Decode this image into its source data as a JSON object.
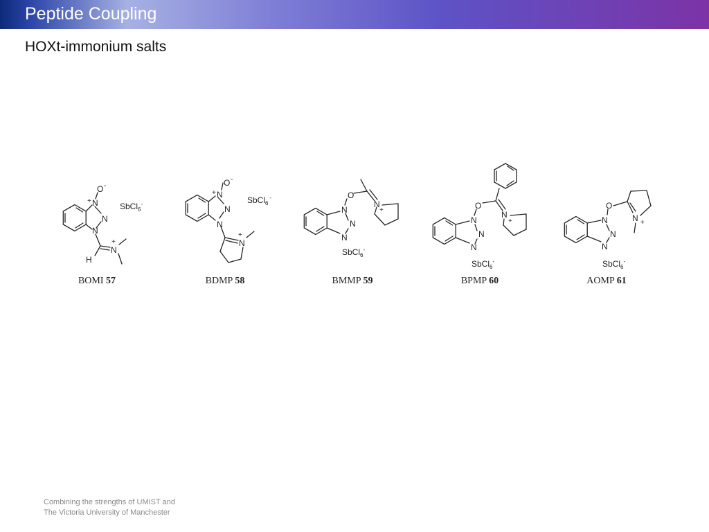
{
  "header": {
    "title": "Peptide Coupling"
  },
  "slide": {
    "subtitle": "HOXt-immonium salts"
  },
  "atoms": {
    "N": "N",
    "O": "O",
    "H": "H",
    "plus": "+",
    "minus": "-"
  },
  "counterion": "SbCl",
  "counterion_sub": "6",
  "compounds": [
    {
      "name": "BOMI",
      "number": "57"
    },
    {
      "name": "BDMP",
      "number": "58"
    },
    {
      "name": "BMMP",
      "number": "59"
    },
    {
      "name": "BPMP",
      "number": "60"
    },
    {
      "name": "AOMP",
      "number": "61"
    }
  ],
  "footer": {
    "line1": "Combining the strengths of UMIST and",
    "line2": "The Victoria University of Manchester"
  }
}
